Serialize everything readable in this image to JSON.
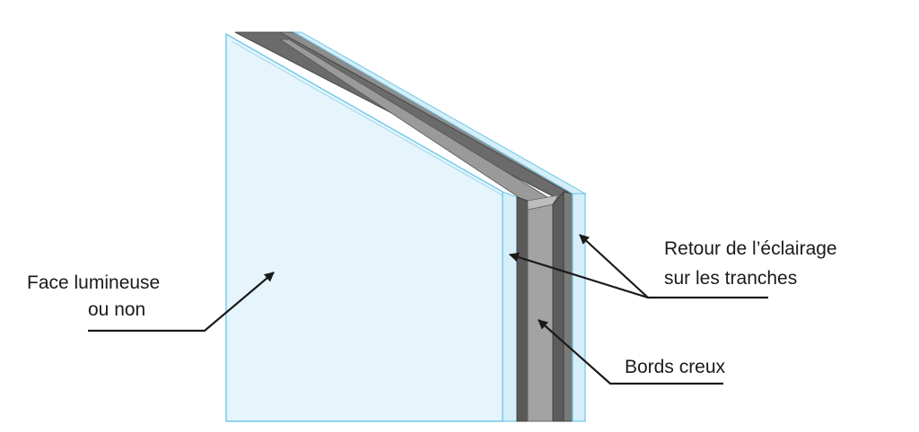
{
  "labels": {
    "face_line1": "Face lumineuse",
    "face_line2": "ou non",
    "retour_line1": "Retour de l’éclairage",
    "retour_line2": "sur les tranches",
    "bords": "Bords creux"
  },
  "colors": {
    "panel_face": "#e6f4fb",
    "panel_edge": "#6fc9e8",
    "frame_dark": "#5a5a5a",
    "frame_mid": "#7d7d7d",
    "frame_light": "#a9a9a9",
    "arrow": "#1a1a1a"
  }
}
